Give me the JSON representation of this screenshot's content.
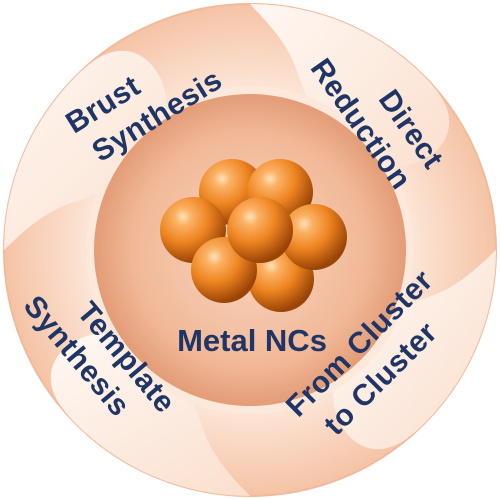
{
  "diagram": {
    "center_label": "Metal NCs",
    "segments": [
      {
        "id": "brust",
        "lines": [
          "Brust",
          "Synthesis"
        ]
      },
      {
        "id": "direct",
        "lines": [
          "Direct",
          "Reduction"
        ]
      },
      {
        "id": "cluster",
        "lines": [
          "From Cluster",
          "to Cluster"
        ]
      },
      {
        "id": "template",
        "lines": [
          "Template",
          "Synthesis"
        ]
      }
    ],
    "colors": {
      "ring_outer": "#f6c9ae",
      "ring_inner": "#fde7da",
      "center_outer": "#e4a37f",
      "center_inner": "#f8d0b8",
      "sphere_highlight": "#ffd8a8",
      "sphere_mid": "#f08a22",
      "sphere_dark": "#a14a08",
      "text": "#1f3566"
    }
  }
}
